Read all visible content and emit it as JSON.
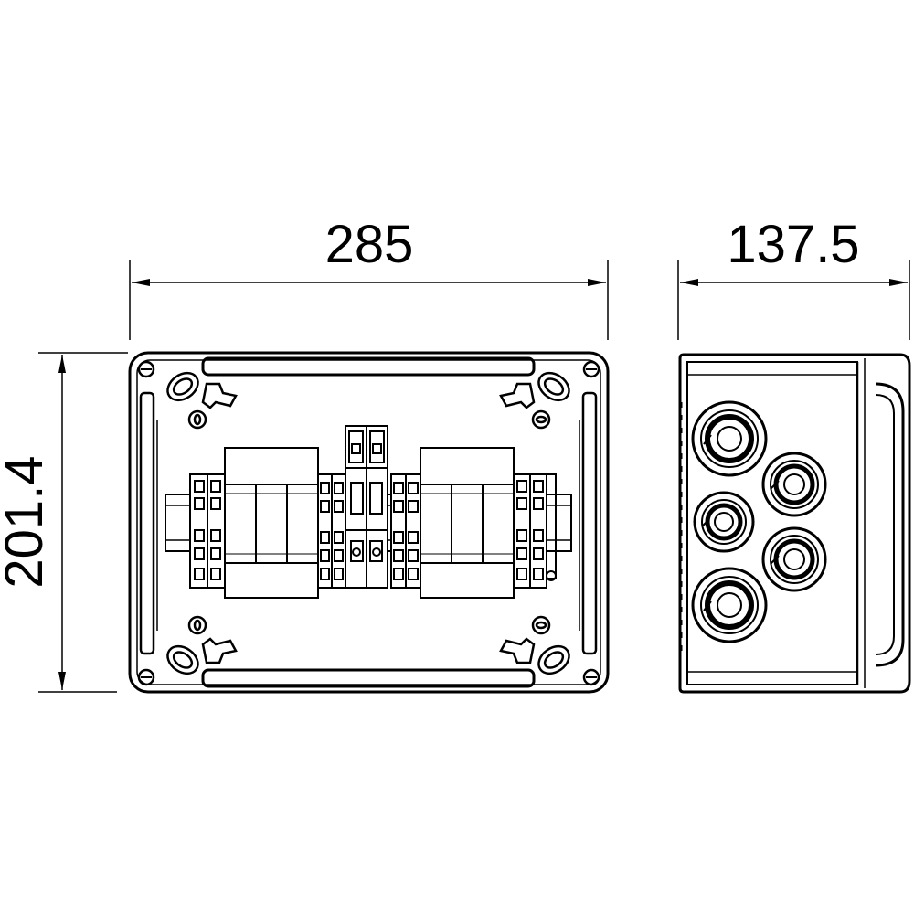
{
  "dimensions": {
    "width": "285",
    "height": "201.4",
    "depth": "137.5"
  },
  "colors": {
    "stroke": "#000000",
    "background": "#ffffff"
  }
}
